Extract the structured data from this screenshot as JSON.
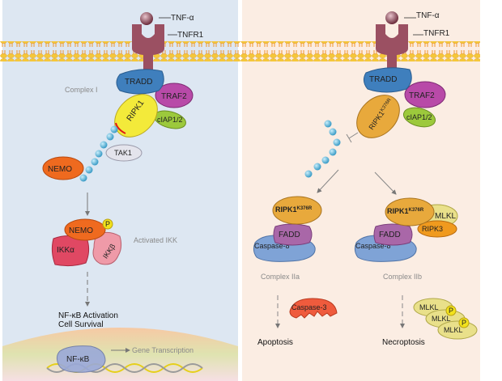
{
  "left_panel": {
    "ligand": "TNF-α",
    "receptor": "TNFR1",
    "complex_label": "Complex I",
    "proteins": {
      "tradd": "TRADD",
      "traf2": "TRAF2",
      "iap": "cIAP1/2",
      "ripk1": "RIPK1",
      "tak1": "TAK1",
      "nemo": "NEMO"
    },
    "ikk": {
      "nemo": "NEMO",
      "ikka": "IKKα",
      "ikkb": "IKKβ",
      "p": "P",
      "label": "Activated IKK"
    },
    "outcome": [
      "NF-κB Activation",
      "Cell Survival"
    ],
    "nucleus": {
      "nfkb": "NF-κB",
      "gene_transcription": "Gene Transcription"
    }
  },
  "right_panel": {
    "ligand": "TNF-α",
    "receptor": "TNFR1",
    "proteins": {
      "tradd": "TRADD",
      "traf2": "TRAF2",
      "iap": "cIAP1/2",
      "ripk1": "RIPK1",
      "ripk1_sup": "K376R"
    },
    "complex_iia": {
      "ripk1": "RIPK1",
      "ripk1_sup": "K376R",
      "fadd": "FADD",
      "casp8": "Caspase-8",
      "label": "Complex IIa",
      "effector": "Caspase-3",
      "outcome": "Apoptosis"
    },
    "complex_iib": {
      "ripk1": "RIPK1",
      "ripk1_sup": "K376R",
      "mlkl": "MLKL",
      "ripk3": "RIPK3",
      "fadd": "FADD",
      "casp8": "Caspase-8",
      "label": "Complex IIb",
      "mlkl_oligomer": [
        "MLKL",
        "MLKL",
        "MLKL"
      ],
      "p": "P",
      "outcome": "Necroptosis"
    }
  },
  "colors": {
    "left_bg": "#dde7f2",
    "right_bg": "#fbede3",
    "membrane": "#f2b233",
    "tnfr1": "#9b5062",
    "tradd": "#3f7fbd",
    "traf2": "#b84aa8",
    "iap": "#9cc93c",
    "ripk1_wt": "#f3ea3a",
    "ripk1_mut": "#e8a93c",
    "nemo": "#ef6a1f",
    "ikka": "#e04863",
    "ikkb": "#ef9aa8",
    "fadd": "#a967a8",
    "casp8": "#7fa3d6",
    "casp3": "#ef5b3d",
    "mlkl": "#e9e08a",
    "ripk3": "#f09a1e",
    "ubiquitin": "#4fb3dc"
  }
}
